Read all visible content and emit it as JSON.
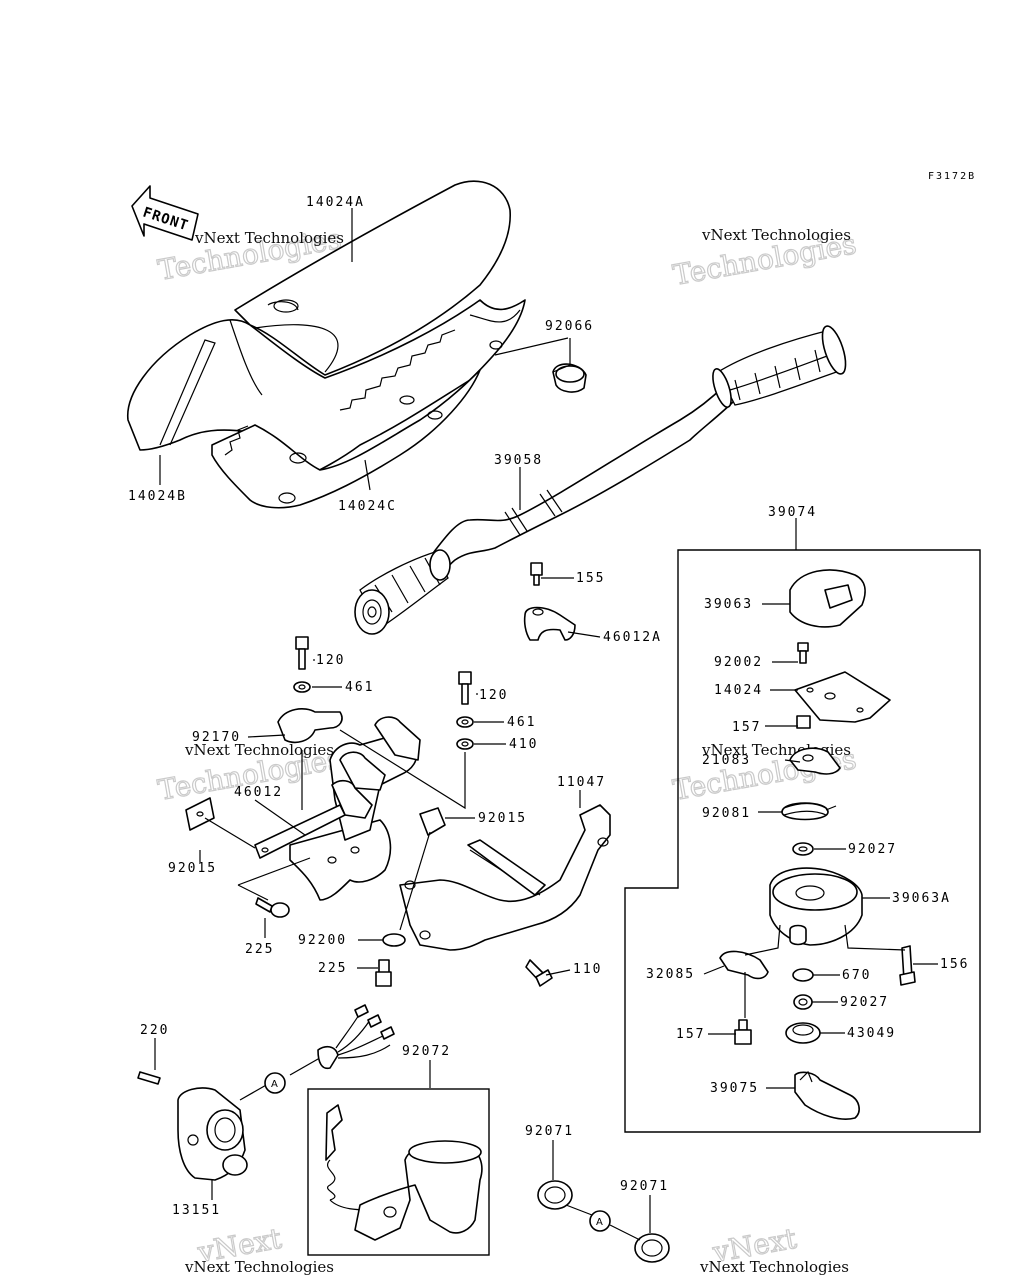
{
  "diagram_code": "F3172B",
  "front_label": "FRONT",
  "watermark": {
    "line1": "vNext Technologies",
    "line2": "Technologies",
    "line3": "vNext"
  },
  "callout_marker": "A",
  "parts": {
    "p14024A": "14024A",
    "p14024B": "14024B",
    "p14024C": "14024C",
    "p92066": "92066",
    "p39058": "39058",
    "p155": "155",
    "p46012A": "46012A",
    "p120a": "120",
    "p461a": "461",
    "p120b": "120",
    "p461b": "461",
    "p410": "410",
    "p92170": "92170",
    "p46012": "46012",
    "p92015a": "92015",
    "p92015b": "92015",
    "p11047": "11047",
    "p225a": "225",
    "p92200": "92200",
    "p225b": "225",
    "p110": "110",
    "p220": "220",
    "p13151": "13151",
    "p92072": "92072",
    "p92071a": "92071",
    "p92071b": "92071",
    "p39074": "39074",
    "p39063": "39063",
    "p92002": "92002",
    "p14024": "14024",
    "p157a": "157",
    "p21083": "21083",
    "p92081": "92081",
    "p92027a": "92027",
    "p39063A": "39063A",
    "p156": "156",
    "p32085": "32085",
    "p670": "670",
    "p92027b": "92027",
    "p157b": "157",
    "p43049": "43049",
    "p39075": "39075"
  }
}
